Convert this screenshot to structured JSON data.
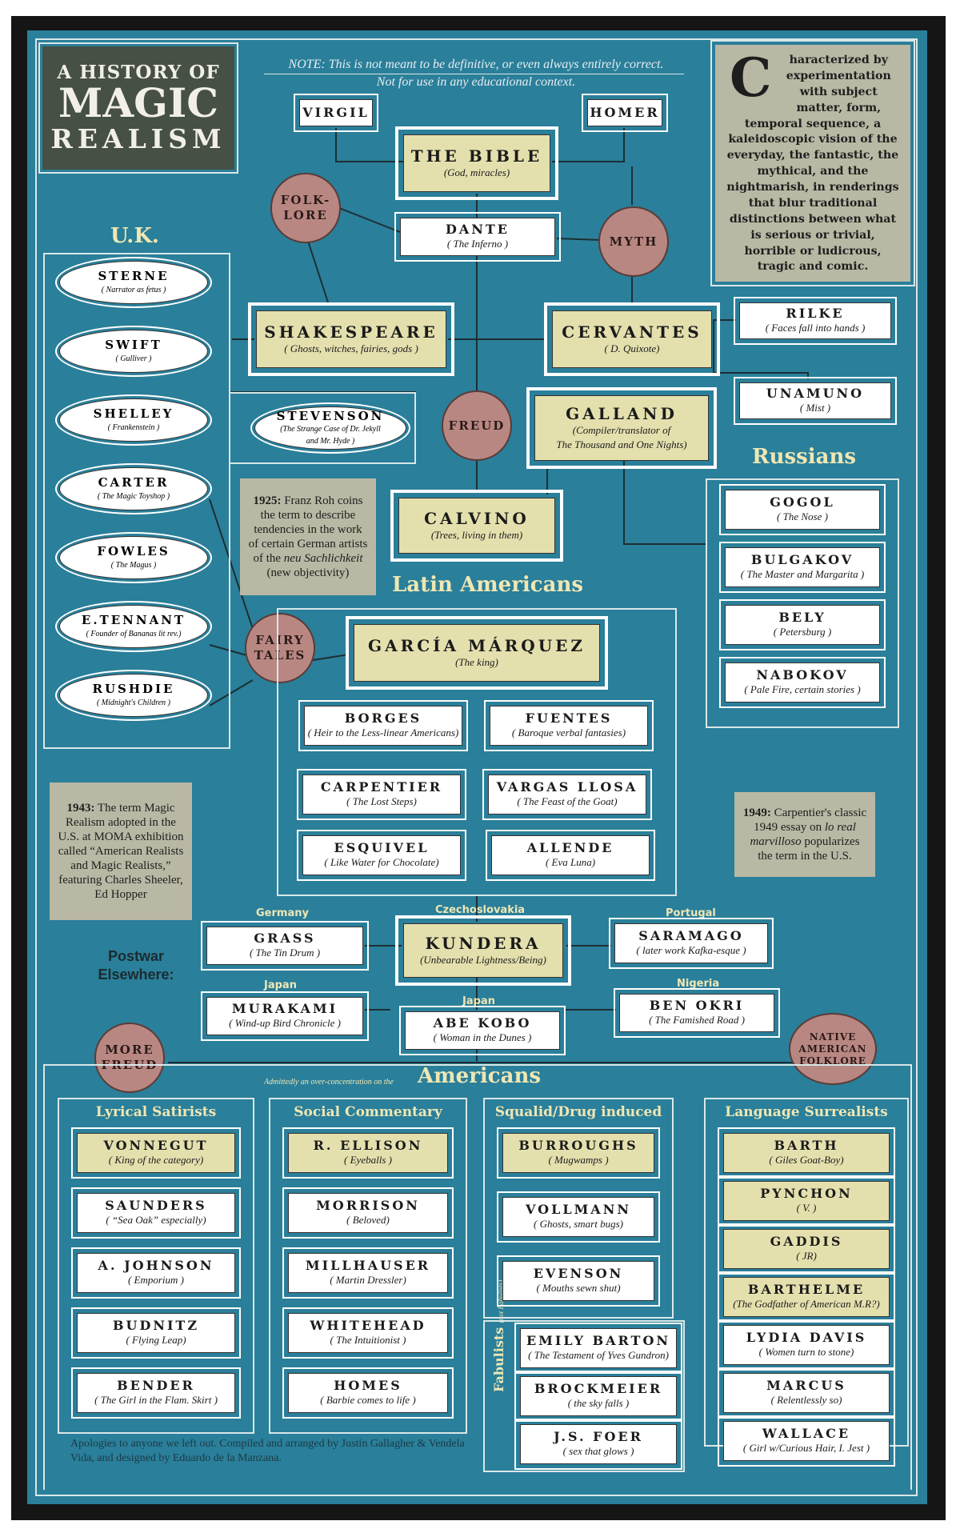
{
  "title": {
    "line1": "A HISTORY OF",
    "line2": "MAGIC",
    "line3": "REALISM"
  },
  "disclaimer": {
    "line1": "NOTE: This is not meant to be definitive, or even always entirely correct.",
    "line2": "Not for use in any educational context."
  },
  "definition": {
    "dropcap": "C",
    "text": "haracterized by experimentation with subject matter, form, temporal sequence, a kaleidoscopic vision of the everyday, the fantastic, the mythical, and the nightmarish, in renderings that blur traditional distinctions between what is serious or trivial, horrible or ludicrous, tragic and comic."
  },
  "top": {
    "virgil": "VIRGIL",
    "homer": "HOMER",
    "bible": {
      "name": "THE BIBLE",
      "sub": "(God, miracles)"
    },
    "dante": {
      "name": "DANTE",
      "sub": "( The Inferno )"
    },
    "shakespeare": {
      "name": "SHAKESPEARE",
      "sub": "( Ghosts, witches, fairies, gods )"
    },
    "cervantes": {
      "name": "CERVANTES",
      "sub": "( D. Quixote)"
    },
    "galland": {
      "name": "GALLAND",
      "sub1": "(Compiler/translator of",
      "sub2": "The Thousand and One Nights)"
    },
    "calvino": {
      "name": "CALVINO",
      "sub": "(Trees, living in them)"
    },
    "rilke": {
      "name": "RILKE",
      "sub": "( Faces fall into hands )"
    },
    "unamuno": {
      "name": "UNAMUNO",
      "sub": "( Mist )"
    },
    "stevenson": {
      "name": "STEVENSON",
      "sub1": "(The Strange Case of Dr. Jekyll",
      "sub2": "and Mr. Hyde )"
    }
  },
  "circles": {
    "folklore": "FOLK-\nLORE",
    "myth": "MYTH",
    "freud": "FREUD",
    "fairy": "FAIRY\nTALES",
    "more_freud": "MORE\nFREUD",
    "native": "NATIVE\nAMERICAN\nFOLKLORE"
  },
  "uk": {
    "title": "U.K.",
    "authors": [
      {
        "name": "STERNE",
        "sub": "( Narrator as fetus )"
      },
      {
        "name": "SWIFT",
        "sub": "( Gulliver )"
      },
      {
        "name": "SHELLEY",
        "sub": "( Frankenstein )"
      },
      {
        "name": "CARTER",
        "sub": "( The Magic Toyshop )"
      },
      {
        "name": "FOWLES",
        "sub": "( The Magus )"
      },
      {
        "name": "E.TENNANT",
        "sub": "( Founder of Bananas lit rev.)"
      },
      {
        "name": "RUSHDIE",
        "sub": "( Midnight's Children )"
      }
    ]
  },
  "russians": {
    "title": "Russians",
    "authors": [
      {
        "name": "GOGOL",
        "sub": "( The Nose )"
      },
      {
        "name": "BULGAKOV",
        "sub": "( The Master and Margarita )"
      },
      {
        "name": "BELY",
        "sub": "( Petersburg )"
      },
      {
        "name": "NABOKOV",
        "sub": "( Pale Fire, certain stories )"
      }
    ]
  },
  "latin": {
    "title": "Latin Americans",
    "marquez": {
      "name": "GARCÍA MÁRQUEZ",
      "sub": "(The king)"
    },
    "authors": [
      {
        "name": "BORGES",
        "sub": "( Heir to the Less-linear Americans)"
      },
      {
        "name": "FUENTES",
        "sub": "( Baroque verbal fantasies)"
      },
      {
        "name": "CARPENTIER",
        "sub": "( The Lost Steps)"
      },
      {
        "name": "VARGAS LLOSA",
        "sub": "( The Feast of the Goat)"
      },
      {
        "name": "ESQUIVEL",
        "sub": "( Like Water for Chocolate)"
      },
      {
        "name": "ALLENDE",
        "sub": "( Eva Luna)"
      }
    ]
  },
  "notes": {
    "n1925": {
      "year": "1925:",
      "text": "Franz Roh coins the term to describe tendencies in the work of certain German artists of the",
      "ital": "neu Sachlichkeit",
      "tail": "(new objectivity)"
    },
    "n1943": {
      "year": "1943:",
      "text": "The term Magic Realism adopted in the U.S. at MOMA exhibition called “American Realists and Magic Realists,” featuring Charles Sheeler, Ed Hopper"
    },
    "n1949": {
      "year": "1949:",
      "text": "Carpentier's classic 1949 essay on",
      "ital": "lo real marvilloso",
      "tail": "popularizes the term in the U.S."
    }
  },
  "postwar": {
    "label": "Postwar Elsewhere:",
    "germany": "Germany",
    "czech": "Czechoslovakia",
    "portugal": "Portugal",
    "japan1": "Japan",
    "japan2": "Japan",
    "nigeria": "Nigeria",
    "grass": {
      "name": "GRASS",
      "sub": "( The Tin Drum )"
    },
    "kundera": {
      "name": "KUNDERA",
      "sub": "(Unbearable Lightness/Being)"
    },
    "saramago": {
      "name": "SARAMAGO",
      "sub": "( later work Kafka-esque )"
    },
    "murakami": {
      "name": "MURAKAMI",
      "sub": "( Wind-up Bird Chronicle )"
    },
    "abe": {
      "name": "ABE KOBO",
      "sub": "( Woman in the Dunes )"
    },
    "okri": {
      "name": "BEN OKRI",
      "sub": "( The Famished Road )"
    }
  },
  "americans": {
    "prefix": "Admittedly an over-concentration on the",
    "title": "Americans",
    "columns": [
      {
        "title": "Lyrical Satirists",
        "authors": [
          {
            "name": "VONNEGUT",
            "sub": "( King of the category)",
            "hl": true
          },
          {
            "name": "SAUNDERS",
            "sub": "( “Sea Oak” especially)"
          },
          {
            "name": "A. JOHNSON",
            "sub": "( Emporium )"
          },
          {
            "name": "BUDNITZ",
            "sub": "( Flying Leap)"
          },
          {
            "name": "BENDER",
            "sub": "( The Girl in the Flam. Skirt )"
          }
        ]
      },
      {
        "title": "Social Commentary",
        "authors": [
          {
            "name": "R. ELLISON",
            "sub": "( Eyeballs )",
            "hl": true
          },
          {
            "name": "MORRISON",
            "sub": "( Beloved)"
          },
          {
            "name": "MILLHAUSER",
            "sub": "( Martin Dressler)"
          },
          {
            "name": "WHITEHEAD",
            "sub": "( The Intuitionist )"
          },
          {
            "name": "HOMES",
            "sub": "( Barbie comes to life )"
          }
        ]
      },
      {
        "title": "Squalid/Drug induced",
        "authors": [
          {
            "name": "BURROUGHS",
            "sub": "( Mugwamps )",
            "hl": true
          },
          {
            "name": "VOLLMANN",
            "sub": "( Ghosts, smart bugs)"
          },
          {
            "name": "EVENSON",
            "sub": "( Mouths sewn shut)"
          }
        ]
      },
      {
        "title": "Language Surrealists",
        "authors": [
          {
            "name": "BARTH",
            "sub": "( Giles Goat-Boy)",
            "hl": true
          },
          {
            "name": "PYNCHON",
            "sub": "( V. )",
            "hl": true
          },
          {
            "name": "GADDIS",
            "sub": "( JR)",
            "hl": true
          },
          {
            "name": "BARTHELME",
            "sub": "(The Godfather of American M.R?)",
            "hl": true
          },
          {
            "name": "LYDIA DAVIS",
            "sub": "( Women turn to stone)"
          },
          {
            "name": "MARCUS",
            "sub": "( Relentlessly so)"
          },
          {
            "name": "WALLACE",
            "sub": "( Girl w/Curious Hair, I. Jest )"
          }
        ]
      }
    ],
    "fabulists": {
      "label": "Fabulists",
      "tag": "(not Fabulists)",
      "authors": [
        {
          "name": "EMILY BARTON",
          "sub": "( The Testament of Yves Gundron)"
        },
        {
          "name": "BROCKMEIER",
          "sub": "( the sky falls )"
        },
        {
          "name": "J.S. FOER",
          "sub": "( sex that glows )"
        }
      ]
    }
  },
  "credits": "Apologies to anyone we left out. Compiled and arranged by Justin Gallagher & Vendela Vida, and designed by Eduardo de la Manzana."
}
